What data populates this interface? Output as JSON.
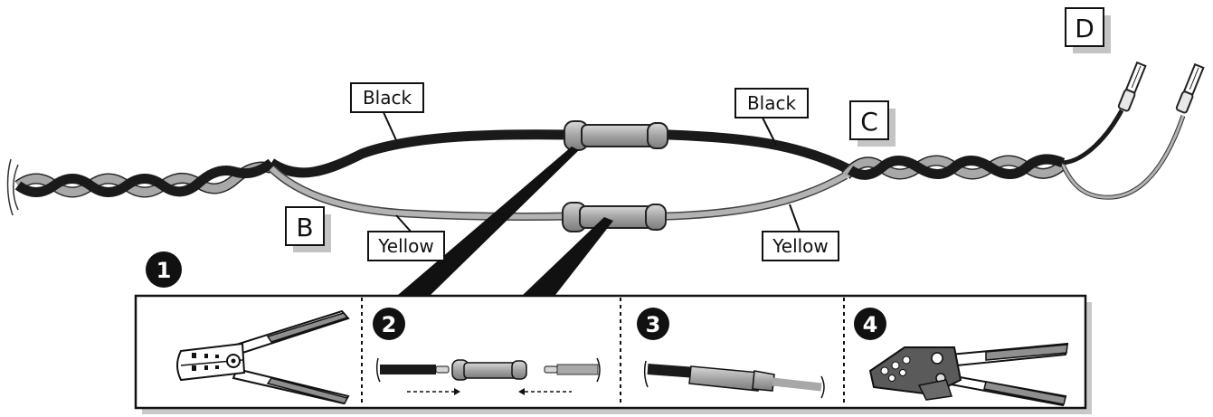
{
  "labels": {
    "black_left": "Black",
    "black_right": "Black",
    "yellow_left": "Yellow",
    "yellow_right": "Yellow",
    "b": "B",
    "c": "C",
    "d": "D"
  },
  "steps": [
    "1",
    "2",
    "3",
    "4"
  ],
  "colors": {
    "black_wire": "#1a1a1a",
    "yellow_wire": "#a8a8a8",
    "connector": "#9a9a9a",
    "tool_handle": "#8f8f8f"
  }
}
